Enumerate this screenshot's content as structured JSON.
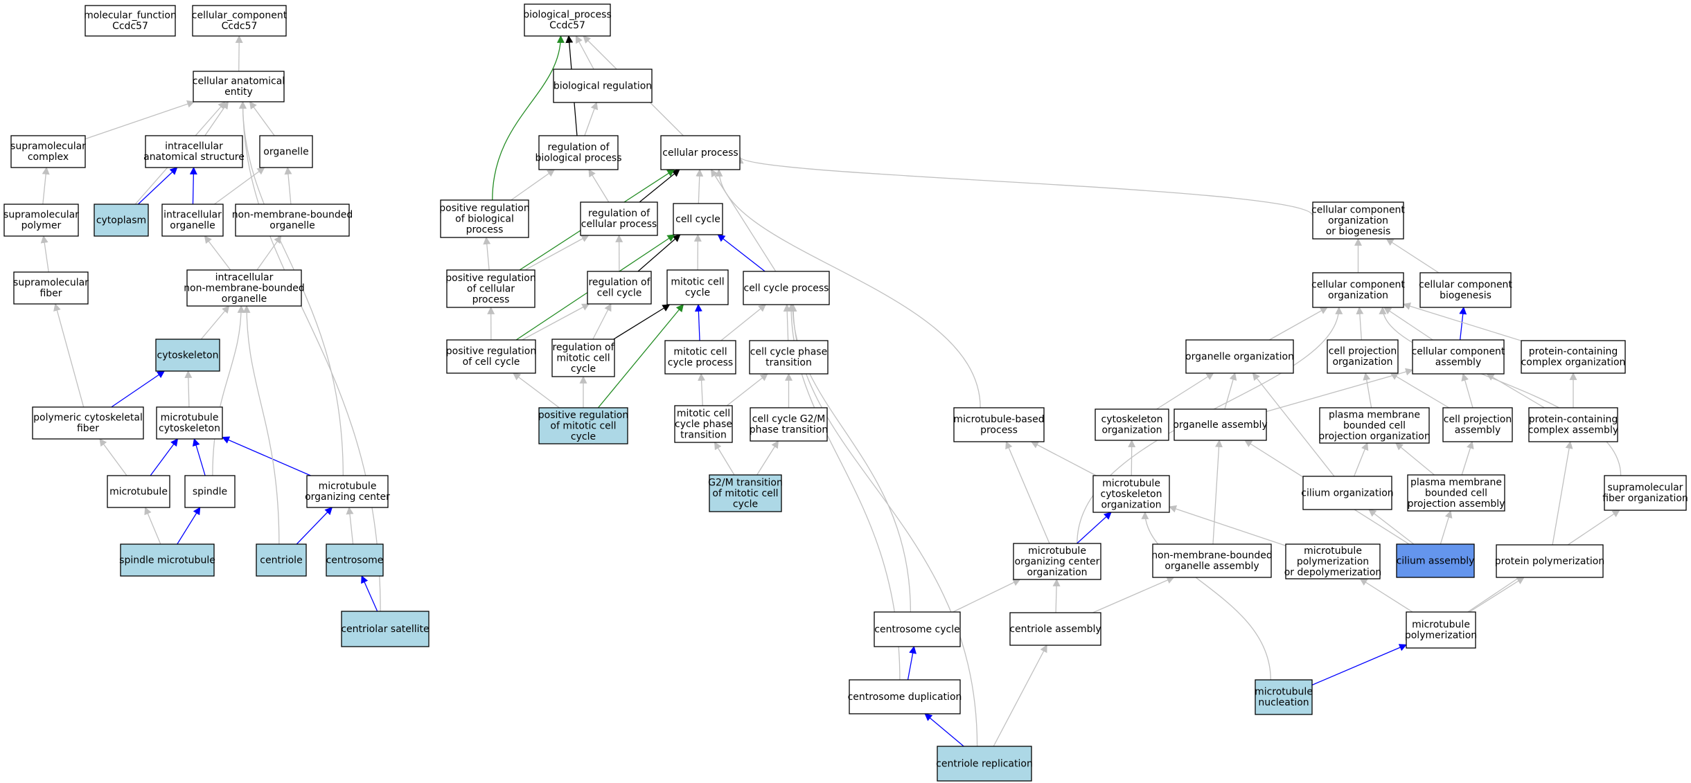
{
  "colors": {
    "plain": "#ffffff",
    "annotated": "#add8e6",
    "query": "#6495ed",
    "edge_is_a": "#c0c0c0",
    "edge_part_of": "#0000ff",
    "edge_regulates": "#000000",
    "edge_positively_regulates": "#228b22"
  },
  "nodes": {
    "mf": {
      "lines": [
        "molecular_function",
        "Ccdc57"
      ],
      "fill": "plain"
    },
    "cc": {
      "lines": [
        "cellular_component",
        "Ccdc57"
      ],
      "fill": "plain"
    },
    "bp": {
      "lines": [
        "biological_process",
        "Ccdc57"
      ],
      "fill": "plain"
    },
    "cae": {
      "lines": [
        "cellular anatomical",
        "entity"
      ],
      "fill": "plain"
    },
    "smc": {
      "lines": [
        "supramolecular",
        "complex"
      ],
      "fill": "plain"
    },
    "ias": {
      "lines": [
        "intracellular",
        "anatomical structure"
      ],
      "fill": "plain"
    },
    "org": {
      "lines": [
        "organelle"
      ],
      "fill": "plain"
    },
    "smp": {
      "lines": [
        "supramolecular",
        "polymer"
      ],
      "fill": "plain"
    },
    "cyto": {
      "lines": [
        "cytoplasm"
      ],
      "fill": "annotated"
    },
    "io": {
      "lines": [
        "intracellular",
        "organelle"
      ],
      "fill": "plain"
    },
    "nmbo": {
      "lines": [
        "non-membrane-bounded",
        "organelle"
      ],
      "fill": "plain"
    },
    "smf": {
      "lines": [
        "supramolecular",
        "fiber"
      ],
      "fill": "plain"
    },
    "inmbo": {
      "lines": [
        "intracellular",
        "non-membrane-bounded",
        "organelle"
      ],
      "fill": "plain"
    },
    "csk": {
      "lines": [
        "cytoskeleton"
      ],
      "fill": "annotated"
    },
    "pcf": {
      "lines": [
        "polymeric cytoskeletal",
        "fiber"
      ],
      "fill": "plain"
    },
    "mtcsk": {
      "lines": [
        "microtubule",
        "cytoskeleton"
      ],
      "fill": "plain"
    },
    "mt": {
      "lines": [
        "microtubule"
      ],
      "fill": "plain"
    },
    "spindle": {
      "lines": [
        "spindle"
      ],
      "fill": "plain"
    },
    "mtoc": {
      "lines": [
        "microtubule",
        "organizing center"
      ],
      "fill": "plain"
    },
    "smt": {
      "lines": [
        "spindle microtubule"
      ],
      "fill": "annotated"
    },
    "centriole": {
      "lines": [
        "centriole"
      ],
      "fill": "annotated"
    },
    "centrosome": {
      "lines": [
        "centrosome"
      ],
      "fill": "annotated"
    },
    "csat": {
      "lines": [
        "centriolar satellite"
      ],
      "fill": "annotated"
    },
    "breg": {
      "lines": [
        "biological regulation"
      ],
      "fill": "plain"
    },
    "rbp": {
      "lines": [
        "regulation of",
        "biological process"
      ],
      "fill": "plain"
    },
    "cp": {
      "lines": [
        "cellular process"
      ],
      "fill": "plain"
    },
    "prbp": {
      "lines": [
        "positive regulation",
        "of biological",
        "process"
      ],
      "fill": "plain"
    },
    "rcp": {
      "lines": [
        "regulation of",
        "cellular process"
      ],
      "fill": "plain"
    },
    "cc_cycle": {
      "lines": [
        "cell cycle"
      ],
      "fill": "plain"
    },
    "prcp": {
      "lines": [
        "positive regulation",
        "of cellular",
        "process"
      ],
      "fill": "plain"
    },
    "rcc": {
      "lines": [
        "regulation of",
        "cell cycle"
      ],
      "fill": "plain"
    },
    "mcc": {
      "lines": [
        "mitotic cell",
        "cycle"
      ],
      "fill": "plain"
    },
    "ccp": {
      "lines": [
        "cell cycle process"
      ],
      "fill": "plain"
    },
    "prcc": {
      "lines": [
        "positive regulation",
        "of cell cycle"
      ],
      "fill": "plain"
    },
    "rmcc": {
      "lines": [
        "regulation of",
        "mitotic cell",
        "cycle"
      ],
      "fill": "plain"
    },
    "mccp": {
      "lines": [
        "mitotic cell",
        "cycle process"
      ],
      "fill": "plain"
    },
    "ccpt": {
      "lines": [
        "cell cycle phase",
        "transition"
      ],
      "fill": "plain"
    },
    "prmcc": {
      "lines": [
        "positive regulation",
        "of mitotic cell",
        "cycle"
      ],
      "fill": "annotated"
    },
    "mccpt": {
      "lines": [
        "mitotic cell",
        "cycle phase",
        "transition"
      ],
      "fill": "plain"
    },
    "ccg2m": {
      "lines": [
        "cell cycle G2/M",
        "phase transition"
      ],
      "fill": "plain"
    },
    "g2m": {
      "lines": [
        "G2/M transition",
        "of mitotic cell",
        "cycle"
      ],
      "fill": "annotated"
    },
    "ccob": {
      "lines": [
        "cellular component",
        "organization",
        "or biogenesis"
      ],
      "fill": "plain"
    },
    "cco": {
      "lines": [
        "cellular component",
        "organization"
      ],
      "fill": "plain"
    },
    "ccb": {
      "lines": [
        "cellular component",
        "biogenesis"
      ],
      "fill": "plain"
    },
    "orgo": {
      "lines": [
        "organelle organization"
      ],
      "fill": "plain"
    },
    "cpo": {
      "lines": [
        "cell projection",
        "organization"
      ],
      "fill": "plain"
    },
    "cca": {
      "lines": [
        "cellular component",
        "assembly"
      ],
      "fill": "plain"
    },
    "pcco": {
      "lines": [
        "protein-containing",
        "complex organization"
      ],
      "fill": "plain"
    },
    "mtbp": {
      "lines": [
        "microtubule-based",
        "process"
      ],
      "fill": "plain"
    },
    "csko": {
      "lines": [
        "cytoskeleton",
        "organization"
      ],
      "fill": "plain"
    },
    "orga": {
      "lines": [
        "organelle assembly"
      ],
      "fill": "plain"
    },
    "pmbcpo": {
      "lines": [
        "plasma membrane",
        "bounded cell",
        "projection organization"
      ],
      "fill": "plain"
    },
    "cpa": {
      "lines": [
        "cell projection",
        "assembly"
      ],
      "fill": "plain"
    },
    "pcca": {
      "lines": [
        "protein-containing",
        "complex assembly"
      ],
      "fill": "plain"
    },
    "mtcsko": {
      "lines": [
        "microtubule",
        "cytoskeleton",
        "organization"
      ],
      "fill": "plain"
    },
    "cilo": {
      "lines": [
        "cilium organization"
      ],
      "fill": "plain"
    },
    "pmbcpa": {
      "lines": [
        "plasma membrane",
        "bounded cell",
        "projection assembly"
      ],
      "fill": "plain"
    },
    "smfo": {
      "lines": [
        "supramolecular",
        "fiber organization"
      ],
      "fill": "plain"
    },
    "mtoco": {
      "lines": [
        "microtubule",
        "organizing center",
        "organization"
      ],
      "fill": "plain"
    },
    "nmboa": {
      "lines": [
        "non-membrane-bounded",
        "organelle assembly"
      ],
      "fill": "plain"
    },
    "mtpd": {
      "lines": [
        "microtubule",
        "polymerization",
        "or depolymerization"
      ],
      "fill": "plain"
    },
    "cila": {
      "lines": [
        "cilium assembly"
      ],
      "fill": "query"
    },
    "pp": {
      "lines": [
        "protein polymerization"
      ],
      "fill": "plain"
    },
    "csc": {
      "lines": [
        "centrosome cycle"
      ],
      "fill": "plain"
    },
    "ca": {
      "lines": [
        "centriole assembly"
      ],
      "fill": "plain"
    },
    "mtp": {
      "lines": [
        "microtubule",
        "polymerization"
      ],
      "fill": "plain"
    },
    "csd": {
      "lines": [
        "centrosome duplication"
      ],
      "fill": "plain"
    },
    "mtn": {
      "lines": [
        "microtubule",
        "nucleation"
      ],
      "fill": "annotated"
    },
    "cr": {
      "lines": [
        "centriole replication"
      ],
      "fill": "annotated"
    }
  },
  "edges": [
    [
      "cae",
      "cc",
      "is_a"
    ],
    [
      "smc",
      "cae",
      "is_a"
    ],
    [
      "ias",
      "cae",
      "is_a"
    ],
    [
      "org",
      "cae",
      "is_a"
    ],
    [
      "smp",
      "smc",
      "is_a"
    ],
    [
      "cyto",
      "cae",
      "is_a"
    ],
    [
      "cyto",
      "ias",
      "part_of"
    ],
    [
      "io",
      "org",
      "is_a"
    ],
    [
      "io",
      "ias",
      "part_of"
    ],
    [
      "nmbo",
      "org",
      "is_a"
    ],
    [
      "smf",
      "smp",
      "is_a"
    ],
    [
      "inmbo",
      "io",
      "is_a"
    ],
    [
      "inmbo",
      "nmbo",
      "is_a"
    ],
    [
      "csk",
      "inmbo",
      "is_a"
    ],
    [
      "pcf",
      "smf",
      "is_a"
    ],
    [
      "pcf",
      "csk",
      "part_of"
    ],
    [
      "mtcsk",
      "csk",
      "is_a"
    ],
    [
      "mt",
      "pcf",
      "is_a"
    ],
    [
      "mt",
      "mtcsk",
      "part_of"
    ],
    [
      "spindle",
      "inmbo",
      "is_a"
    ],
    [
      "spindle",
      "mtcsk",
      "part_of"
    ],
    [
      "mtoc",
      "cae",
      "is_a"
    ],
    [
      "mtoc",
      "mtcsk",
      "part_of"
    ],
    [
      "smt",
      "mt",
      "is_a"
    ],
    [
      "smt",
      "spindle",
      "part_of"
    ],
    [
      "centriole",
      "inmbo",
      "is_a"
    ],
    [
      "centriole",
      "mtoc",
      "part_of"
    ],
    [
      "centrosome",
      "mtoc",
      "is_a"
    ],
    [
      "csat",
      "centrosome",
      "part_of"
    ],
    [
      "csat",
      "cae",
      "is_a"
    ],
    [
      "breg",
      "bp",
      "is_a"
    ],
    [
      "rbp",
      "breg",
      "is_a"
    ],
    [
      "rbp",
      "bp",
      "regulates"
    ],
    [
      "cp",
      "bp",
      "is_a"
    ],
    [
      "prbp",
      "rbp",
      "is_a"
    ],
    [
      "prbp",
      "bp",
      "positively_regulates"
    ],
    [
      "rcp",
      "rbp",
      "is_a"
    ],
    [
      "rcp",
      "cp",
      "regulates"
    ],
    [
      "cc_cycle",
      "cp",
      "is_a"
    ],
    [
      "prcp",
      "prbp",
      "is_a"
    ],
    [
      "prcp",
      "rcp",
      "is_a"
    ],
    [
      "prcp",
      "cp",
      "positively_regulates"
    ],
    [
      "rcc",
      "rcp",
      "is_a"
    ],
    [
      "rcc",
      "cc_cycle",
      "regulates"
    ],
    [
      "mcc",
      "cc_cycle",
      "is_a"
    ],
    [
      "ccp",
      "cp",
      "is_a"
    ],
    [
      "ccp",
      "cc_cycle",
      "part_of"
    ],
    [
      "prcc",
      "prcp",
      "is_a"
    ],
    [
      "prcc",
      "rcc",
      "is_a"
    ],
    [
      "prcc",
      "cc_cycle",
      "positively_regulates"
    ],
    [
      "rmcc",
      "rcc",
      "is_a"
    ],
    [
      "rmcc",
      "mcc",
      "regulates"
    ],
    [
      "mccp",
      "ccp",
      "is_a"
    ],
    [
      "mccp",
      "mcc",
      "part_of"
    ],
    [
      "ccpt",
      "ccp",
      "is_a"
    ],
    [
      "prmcc",
      "prcc",
      "is_a"
    ],
    [
      "prmcc",
      "rmcc",
      "is_a"
    ],
    [
      "prmcc",
      "mcc",
      "positively_regulates"
    ],
    [
      "mccpt",
      "mccp",
      "is_a"
    ],
    [
      "mccpt",
      "ccpt",
      "is_a"
    ],
    [
      "ccg2m",
      "ccpt",
      "is_a"
    ],
    [
      "g2m",
      "mccpt",
      "is_a"
    ],
    [
      "g2m",
      "ccg2m",
      "is_a"
    ],
    [
      "ccob",
      "cp",
      "is_a"
    ],
    [
      "cco",
      "ccob",
      "is_a"
    ],
    [
      "ccb",
      "ccob",
      "is_a"
    ],
    [
      "orgo",
      "cco",
      "is_a"
    ],
    [
      "cpo",
      "cco",
      "is_a"
    ],
    [
      "cca",
      "cco",
      "is_a"
    ],
    [
      "cca",
      "ccb",
      "part_of"
    ],
    [
      "pcco",
      "cco",
      "is_a"
    ],
    [
      "mtbp",
      "cp",
      "is_a"
    ],
    [
      "csko",
      "orgo",
      "is_a"
    ],
    [
      "orga",
      "orgo",
      "is_a"
    ],
    [
      "orga",
      "cca",
      "is_a"
    ],
    [
      "pmbcpo",
      "cpo",
      "is_a"
    ],
    [
      "cpa",
      "cpo",
      "is_a"
    ],
    [
      "cpa",
      "cca",
      "is_a"
    ],
    [
      "pcca",
      "cca",
      "is_a"
    ],
    [
      "pcca",
      "pcco",
      "is_a"
    ],
    [
      "mtcsko",
      "mtbp",
      "is_a"
    ],
    [
      "mtcsko",
      "csko",
      "is_a"
    ],
    [
      "cilo",
      "orgo",
      "is_a"
    ],
    [
      "cilo",
      "pmbcpo",
      "is_a"
    ],
    [
      "pmbcpa",
      "pmbcpo",
      "is_a"
    ],
    [
      "pmbcpa",
      "cpa",
      "is_a"
    ],
    [
      "smfo",
      "cco",
      "is_a"
    ],
    [
      "mtoco",
      "mtbp",
      "is_a"
    ],
    [
      "mtoco",
      "cco",
      "is_a"
    ],
    [
      "mtoco",
      "mtcsko",
      "part_of"
    ],
    [
      "nmboa",
      "orga",
      "is_a"
    ],
    [
      "mtpd",
      "mtcsko",
      "is_a"
    ],
    [
      "cila",
      "orga",
      "is_a"
    ],
    [
      "cila",
      "cilo",
      "is_a"
    ],
    [
      "cila",
      "pmbcpa",
      "is_a"
    ],
    [
      "pp",
      "pcca",
      "is_a"
    ],
    [
      "csc",
      "mtoco",
      "is_a"
    ],
    [
      "csc",
      "ccp",
      "is_a"
    ],
    [
      "ca",
      "mtoco",
      "is_a"
    ],
    [
      "ca",
      "nmboa",
      "is_a"
    ],
    [
      "mtp",
      "mtpd",
      "is_a"
    ],
    [
      "mtp",
      "pp",
      "is_a"
    ],
    [
      "mtp",
      "smfo",
      "is_a"
    ],
    [
      "csd",
      "csc",
      "part_of"
    ],
    [
      "csd",
      "ccp",
      "is_a"
    ],
    [
      "mtn",
      "mtp",
      "part_of"
    ],
    [
      "mtn",
      "mtcsko",
      "is_a"
    ],
    [
      "cr",
      "csd",
      "part_of"
    ],
    [
      "cr",
      "ca",
      "is_a"
    ],
    [
      "cr",
      "ccp",
      "is_a"
    ]
  ]
}
